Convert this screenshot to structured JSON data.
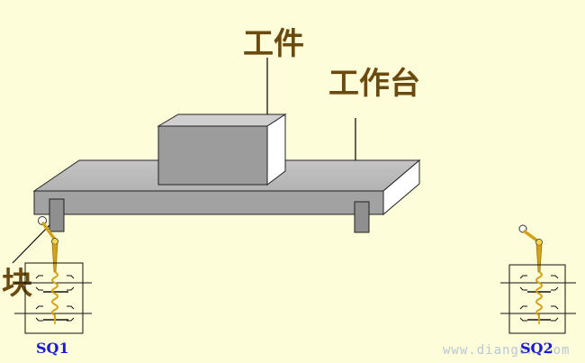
{
  "labels": {
    "workpiece": "工件",
    "worktable": "工作台",
    "block": "块",
    "sq1": "SQ1",
    "sq2": "SQ2"
  },
  "watermark": "www.diangon.com",
  "colors": {
    "background": "#fdfdd9",
    "label_text": "#6b4a10",
    "switch_label": "#1a1ad0",
    "switch_lever": "#d4a017",
    "table_gray": "#aaaaaa"
  },
  "icons": [
    "limit-switch-icon",
    "spring-icon",
    "lever-roller-icon"
  ]
}
